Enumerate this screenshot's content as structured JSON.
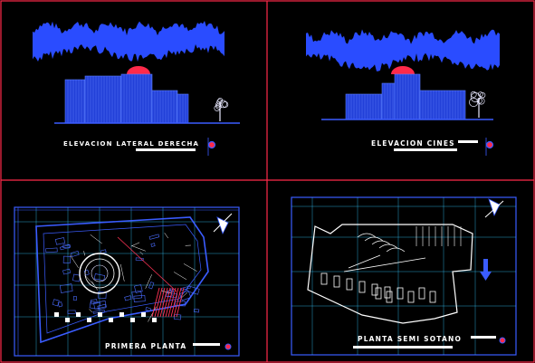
{
  "colors": {
    "background": "#000000",
    "frame": "#ff2a4a",
    "drawing": "#3a5cff",
    "dome": "#ff2a4a",
    "tree": "#e8e8ff",
    "cyan": "#35c8ff",
    "hatch_red": "#ff3355",
    "label": "#ffffff"
  },
  "panels": [
    {
      "title": "ELEVACION LATERAL DERECHA"
    },
    {
      "title": "ELEVACION CINES"
    },
    {
      "title": "PRIMERA PLANTA"
    },
    {
      "title": "PLANTA SEMI SOTANO"
    }
  ]
}
